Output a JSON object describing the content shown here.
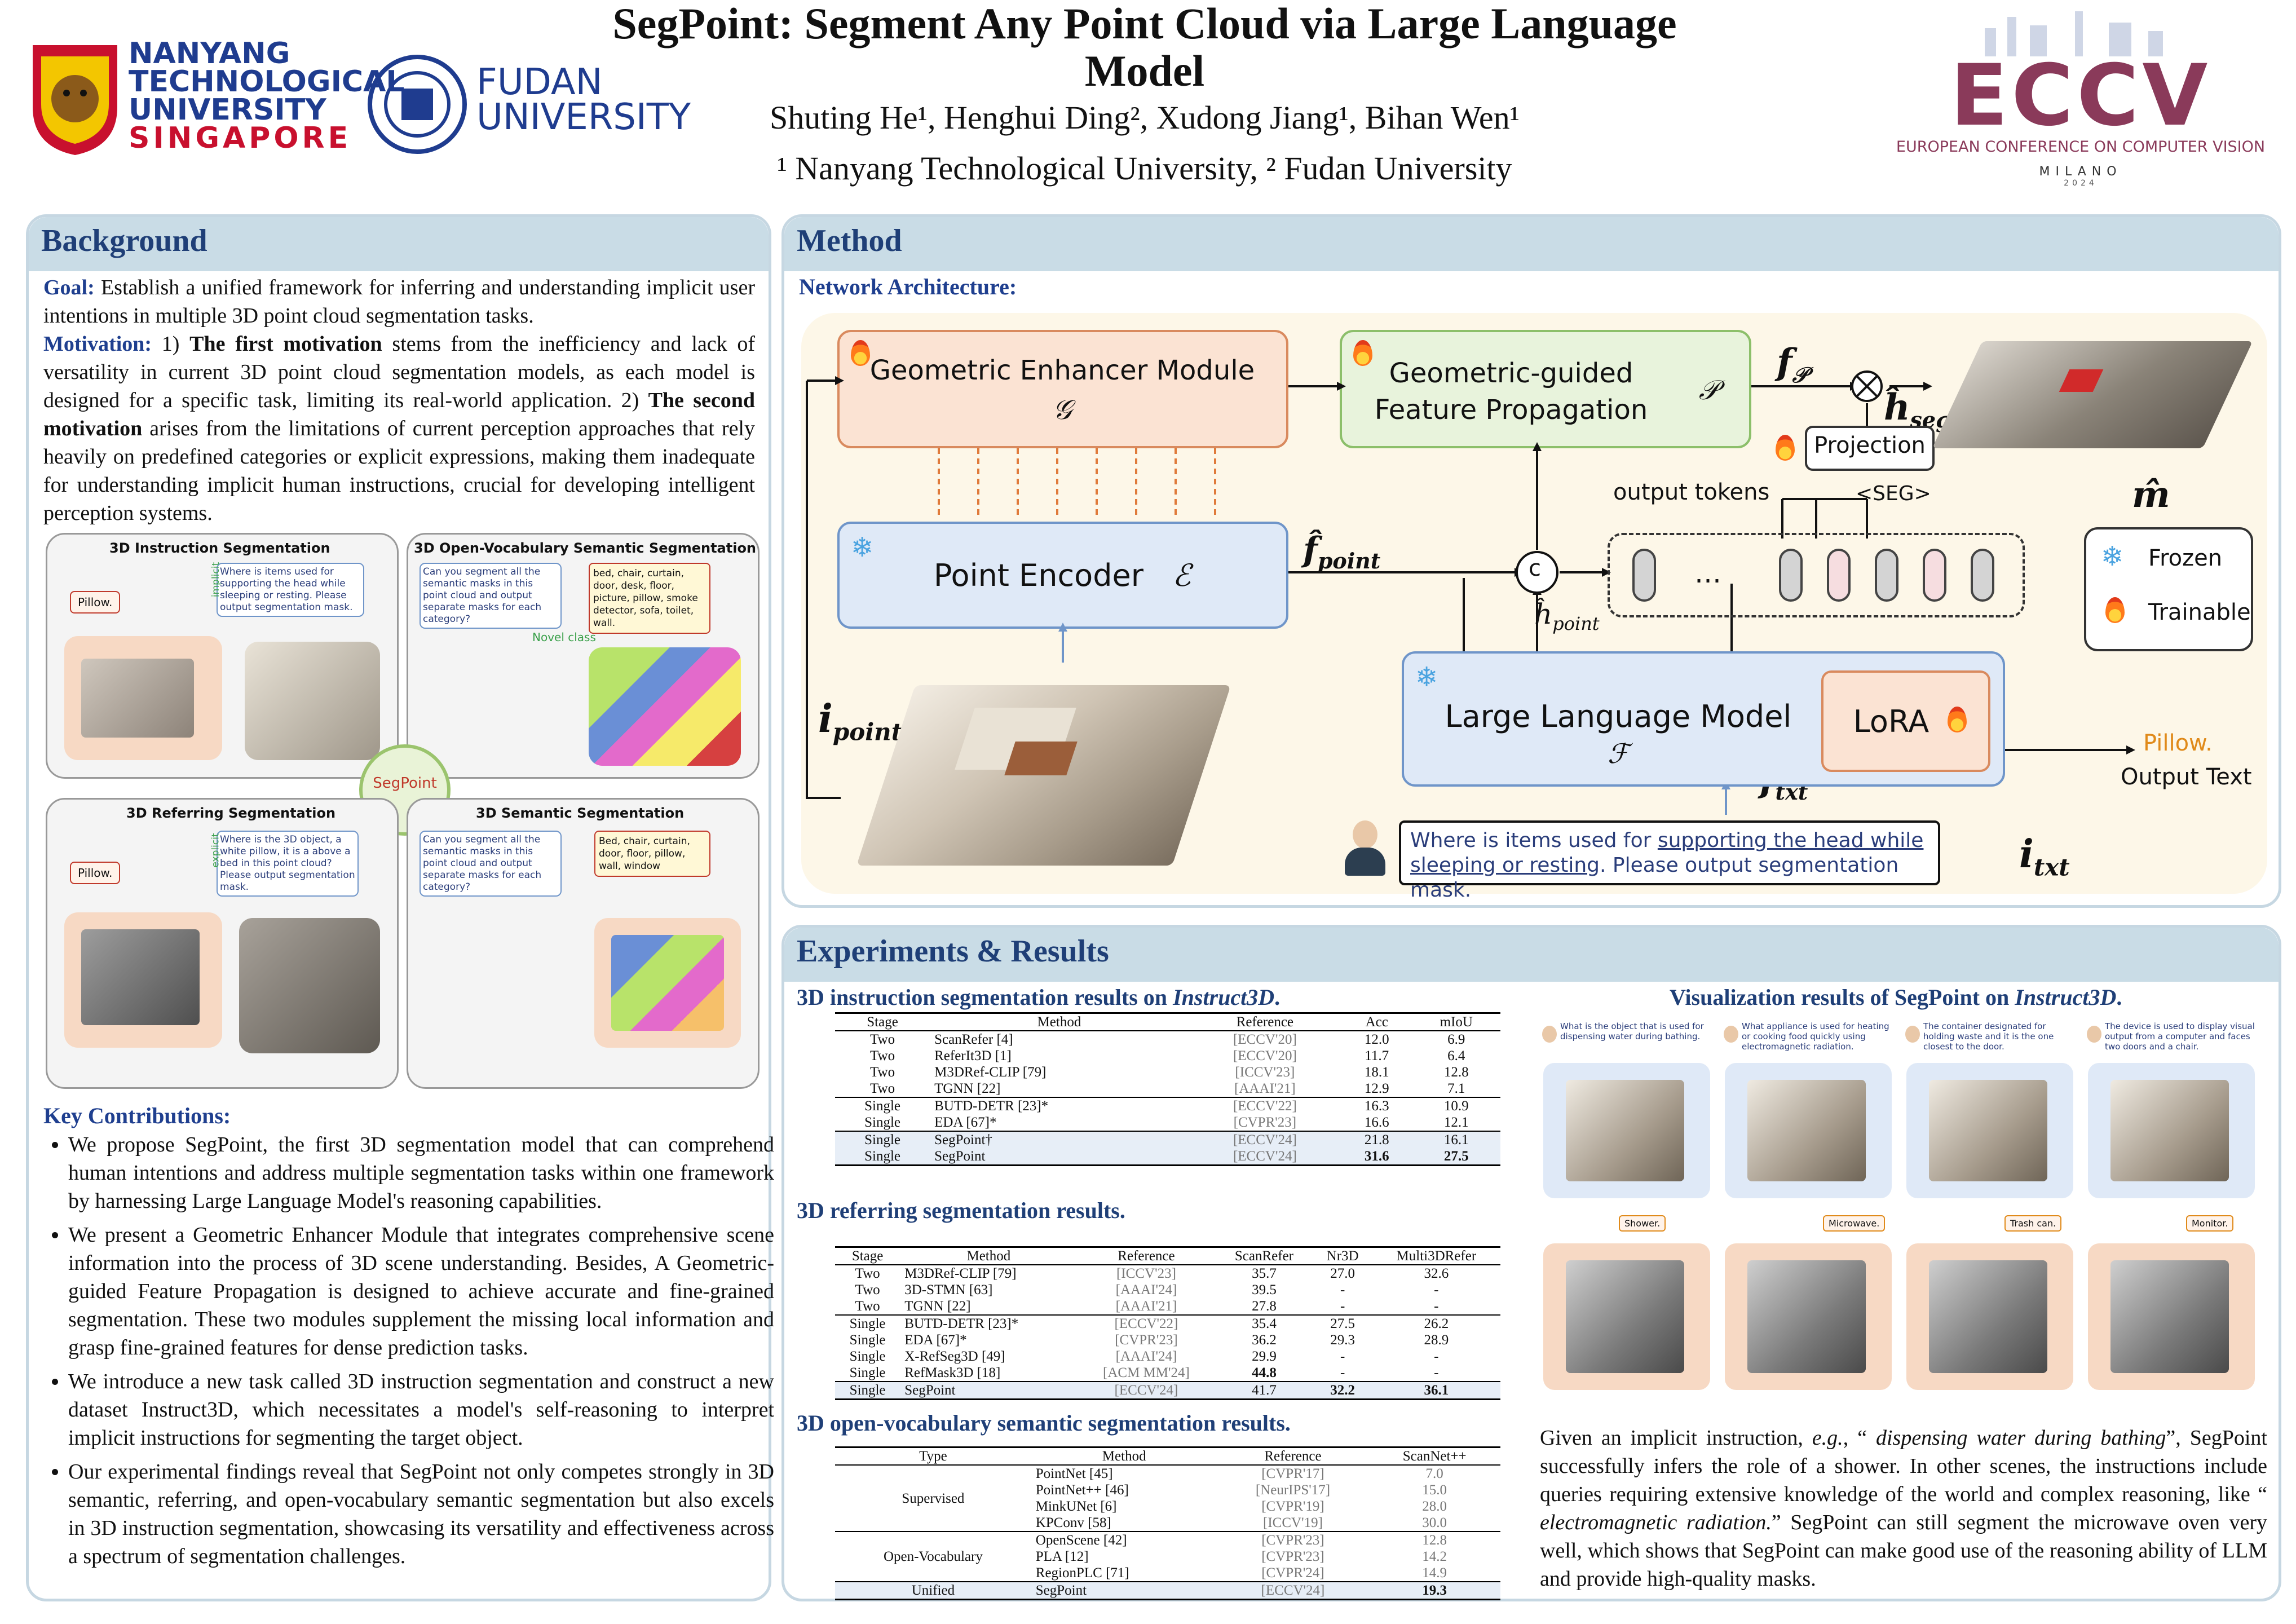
{
  "header": {
    "title": "SegPoint: Segment Any Point Cloud via Large Language Model",
    "authors": "Shuting He¹, Henghui Ding², Xudong Jiang¹, Bihan Wen¹",
    "affiliations": "¹ Nanyang Technological University, ² Fudan University",
    "ntu_logo": {
      "line1": "NANYANG",
      "line2": "TECHNOLOGICAL",
      "line3": "UNIVERSITY",
      "line4": "SINGAPORE"
    },
    "fudan_logo": {
      "line1": "FUDAN",
      "line2": "UNIVERSITY"
    },
    "eccv_logo": {
      "mark": "ECCV",
      "line1": "EUROPEAN CONFERENCE ON COMPUTER VISION",
      "line2": "MILANO",
      "line3": "2024"
    }
  },
  "background": {
    "title": "Background",
    "goal_label": "Goal:",
    "goal_text": " Establish a unified framework for inferring and understanding implicit user intentions in multiple 3D point cloud segmentation tasks.",
    "motivation_label": "Motivation:",
    "motivation_1": " 1) ",
    "motivation_first_bold": "The first motivation",
    "motivation_2": " stems from the inefficiency and lack of versatility in current 3D point cloud segmentation models, as each model is designed for a specific task, limiting its real-world application.  2) ",
    "motivation_second_bold": "The second motivation",
    "motivation_3": " arises from the limitations of current perception approaches that rely heavily on predefined categories or explicit expressions, making them inadequate for understanding implicit human instructions, crucial for developing intelligent perception systems.",
    "figure": {
      "q1_title": "3D Instruction Segmentation",
      "q1_text": "Where is items used for supporting the head while sleeping or resting. Please output segmentation mask.",
      "q1_tag": "implicit",
      "q1_answer": "Pillow.",
      "q2_title": "3D Open-Vocabulary Semantic Segmentation",
      "q2_text": "Can you segment all the semantic masks in this point cloud and output separate masks for each category?",
      "q2_answer": "bed, chair, curtain, door, desk, floor, picture, pillow, smoke detector, sofa, toilet, wall.",
      "q2_novel": "Novel class",
      "center": "SegPoint",
      "q3_title": "3D Referring Segmentation",
      "q3_text": "Where is the 3D object, a white pillow, it is a above a bed in this point cloud? Please output segmentation mask.",
      "q3_tag": "explicit",
      "q3_answer": "Pillow.",
      "q4_title": "3D Semantic Segmentation",
      "q4_text": "Can you segment all the semantic masks in this point cloud and output separate masks for each category?",
      "q4_answer": "Bed, chair, curtain, door, floor, pillow, wall, window"
    },
    "contrib_title": "Key Contributions:",
    "contrib": [
      "We propose SegPoint, the first 3D segmentation model that can comprehend human intentions and address multiple segmentation tasks within one framework by harnessing Large Language Model's reasoning capabilities.",
      "We present a Geometric Enhancer Module that integrates comprehensive scene information into the process of 3D scene understanding.  Besides, A Geometric-guided Feature Propagation is designed to achieve accurate and fine-grained segmentation. These two modules supplement the missing local information and grasp fine-grained features for dense prediction tasks.",
      "We introduce a new task called 3D instruction segmentation and construct a new dataset Instruct3D, which necessitates a model's self-reasoning to interpret implicit instructions for segmenting the target object.",
      "Our experimental findings reveal that SegPoint not only competes strongly in 3D semantic, referring, and open-vocabulary semantic segmentation but also excels in 3D instruction segmentation, showcasing its versatility and effectiveness across a spectrum of segmentation challenges."
    ]
  },
  "method": {
    "title": "Method",
    "subtitle": "Network Architecture:",
    "gem_label": "Geometric Enhancer Module",
    "gem_symbol": "𝒢",
    "gfp_label1": "Geometric-guided",
    "gfp_label2": "Feature Propagation",
    "gfp_symbol": "𝒫",
    "encoder_label": "Point Encoder",
    "encoder_symbol": "ℰ",
    "llm_label": "Large Language Model",
    "llm_symbol": "ℱ",
    "lora": "LoRA",
    "projection": "Projection",
    "output_tokens": "output tokens",
    "seg_token": "<SEG>",
    "ellipsis": "…",
    "concat": "c",
    "f_p": "f",
    "f_p_sub": "𝒫",
    "h_seg": "ĥ",
    "h_seg_sub": "seg",
    "m_hat": "m̂",
    "f_point": "f̂",
    "f_point_sub": "point",
    "h_point": "ĥ",
    "h_point_sub": "point",
    "i_point": "i",
    "i_point_sub": "point",
    "f_txt": "f",
    "f_txt_sub": "txt",
    "i_txt": "i",
    "i_txt_sub": "txt",
    "legend_frozen": "Frozen",
    "legend_trainable": "Trainable",
    "output_answer": "Pillow.",
    "output_text": "Output Text",
    "instruction_pre": "Where is items used for ",
    "instruction_link": "supporting the head while sleeping or resting",
    "instruction_post": ". Please output segmentation mask.",
    "colors": {
      "gem_fill": "#fbe3d3",
      "gem_border": "#d98a5e",
      "gfp_fill": "#e8f3dc",
      "gfp_border": "#8cbf6a",
      "enc_fill": "#dfe9f7",
      "enc_border": "#6f95c9",
      "diagram_bg": "#fdf7e8"
    }
  },
  "experiments": {
    "title": "Experiments & Results",
    "t1_title": "3D instruction segmentation results on ",
    "t1_title_em": "Instruct3D",
    "t1_title_end": ".",
    "t1_headers": [
      "Stage",
      "Method",
      "Reference",
      "Acc",
      "mIoU"
    ],
    "t1_rows": [
      [
        "Two",
        "ScanRefer [4]",
        "[ECCV'20]",
        "12.0",
        "6.9"
      ],
      [
        "Two",
        "ReferIt3D [1]",
        "[ECCV'20]",
        "11.7",
        "6.4"
      ],
      [
        "Two",
        "M3DRef-CLIP [79]",
        "[ICCV'23]",
        "18.1",
        "12.8"
      ],
      [
        "Two",
        "TGNN [22]",
        "[AAAI'21]",
        "12.9",
        "7.1"
      ],
      [
        "Single",
        "BUTD-DETR [23]*",
        "[ECCV'22]",
        "16.3",
        "10.9"
      ],
      [
        "Single",
        "EDA [67]*",
        "[CVPR'23]",
        "16.6",
        "12.1"
      ],
      [
        "Single",
        "SegPoint†",
        "[ECCV'24]",
        "21.8",
        "16.1"
      ],
      [
        "Single",
        "SegPoint",
        "[ECCV'24]",
        "31.6",
        "27.5"
      ]
    ],
    "t2_title": "3D referring segmentation results.",
    "t2_headers": [
      "Stage",
      "Method",
      "Reference",
      "ScanRefer",
      "Nr3D",
      "Multi3DRefer"
    ],
    "t2_rows": [
      [
        "Two",
        "M3DRef-CLIP [79]",
        "[ICCV'23]",
        "35.7",
        "27.0",
        "32.6"
      ],
      [
        "Two",
        "3D-STMN [63]",
        "[AAAI'24]",
        "39.5",
        "-",
        "-"
      ],
      [
        "Two",
        "TGNN [22]",
        "[AAAI'21]",
        "27.8",
        "-",
        "-"
      ],
      [
        "Single",
        "BUTD-DETR [23]*",
        "[ECCV'22]",
        "35.4",
        "27.5",
        "26.2"
      ],
      [
        "Single",
        "EDA [67]*",
        "[CVPR'23]",
        "36.2",
        "29.3",
        "28.9"
      ],
      [
        "Single",
        "X-RefSeg3D [49]",
        "[AAAI'24]",
        "29.9",
        "-",
        "-"
      ],
      [
        "Single",
        "RefMask3D [18]",
        "[ACM MM'24]",
        "44.8",
        "-",
        "-"
      ],
      [
        "Single",
        "SegPoint",
        "[ECCV'24]",
        "41.7",
        "32.2",
        "36.1"
      ]
    ],
    "t3_title": "3D open-vocabulary semantic segmentation results.",
    "t3_headers": [
      "Type",
      "Method",
      "Reference",
      "ScanNet++"
    ],
    "t3_groups": [
      {
        "type": "Supervised",
        "rows": [
          [
            "PointNet [45]",
            "[CVPR'17]",
            "7.0"
          ],
          [
            "PointNet++ [46]",
            "[NeurIPS'17]",
            "15.0"
          ],
          [
            "MinkUNet [6]",
            "[CVPR'19]",
            "28.0"
          ],
          [
            "KPConv [58]",
            "[ICCV'19]",
            "30.0"
          ]
        ]
      },
      {
        "type": "Open-Vocabulary",
        "rows": [
          [
            "OpenScene [42]",
            "[CVPR'23]",
            "12.8"
          ],
          [
            "PLA [12]",
            "[CVPR'23]",
            "14.2"
          ],
          [
            "RegionPLC [71]",
            "[CVPR'24]",
            "14.9"
          ]
        ]
      },
      {
        "type": "Unified",
        "rows": [
          [
            "SegPoint",
            "[ECCV'24]",
            "19.3"
          ]
        ]
      }
    ],
    "vis_title": "Visualization results of SegPoint on ",
    "vis_title_em": "Instruct3D",
    "vis_title_end": ".",
    "vis_queries": [
      "What is the object that is used for dispensing water during bathing.",
      "What appliance is used for heating or cooking food quickly using electromagnetic radiation.",
      "The container designated for holding waste and it is the one closest to the door.",
      "The device is used to display visual output from a computer and faces two doors and a chair."
    ],
    "vis_answers": [
      "Shower.",
      "Microwave.",
      "Trash can.",
      "Monitor."
    ],
    "vis_desc_1": "Given an implicit instruction, ",
    "vis_desc_eg": "e.g.",
    "vis_desc_2": ", “ ",
    "vis_desc_q1": "dispensing water during bathing",
    "vis_desc_3": "”, SegPoint successfully infers the role of a shower. In other scenes, the instructions include queries requiring extensive knowledge of the world and complex reasoning, like “ ",
    "vis_desc_q2": "electromagnetic radiation.",
    "vis_desc_4": "”  SegPoint can still segment the microwave oven very well, which shows that SegPoint can make good use of the reasoning ability of LLM and provide high-quality masks."
  }
}
